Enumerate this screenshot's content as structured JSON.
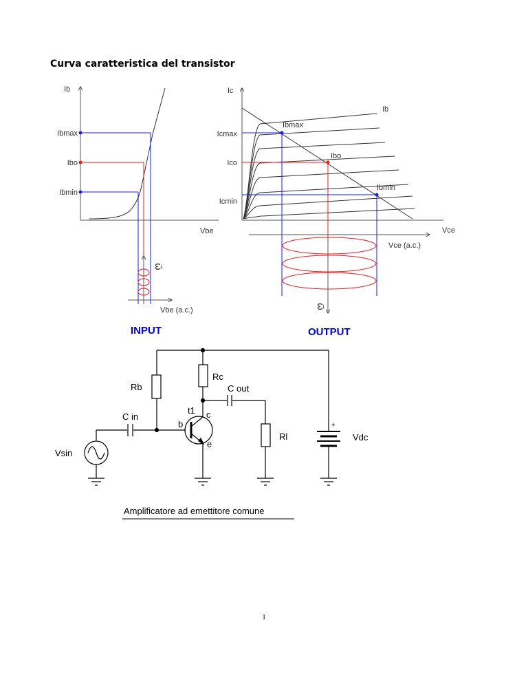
{
  "heading": "Curva caratteristica del transistor",
  "input_graph": {
    "y_axis": "Ib",
    "x_axis": "Vbe",
    "ac_axis": "Vbe (a.c.)",
    "ac_signal": "ω⃗",
    "ticks": [
      "Ibmax",
      "Ibo",
      "Ibmin"
    ],
    "caption": "INPUT"
  },
  "output_graph": {
    "y_axis": "Ic",
    "x_axis": "Vce",
    "ac_axis": "Vce (a.c.)",
    "ac_signal": "ω⃗",
    "curve_label": "Ib",
    "ticks": [
      "Icmax",
      "Ico",
      "Icmin"
    ],
    "points": [
      "Ibmax",
      "Ibo",
      "Ibmin"
    ],
    "caption": "OUTPUT"
  },
  "circuit": {
    "labels": {
      "rb": "Rb",
      "rc": "Rc",
      "cout": "C out",
      "cin": "C in",
      "t1": "t1",
      "b": "b",
      "c": "c",
      "e": "e",
      "rl": "Rl",
      "vdc": "Vdc",
      "vsin": "Vsin",
      "plus": "+"
    },
    "caption": "Amplificatore ad emettitore comune"
  },
  "page_number": "1",
  "colors": {
    "blue": "#1a1aff",
    "red": "#ff1a1a",
    "caption_blue": "#0000ee",
    "axis": "#555555"
  }
}
